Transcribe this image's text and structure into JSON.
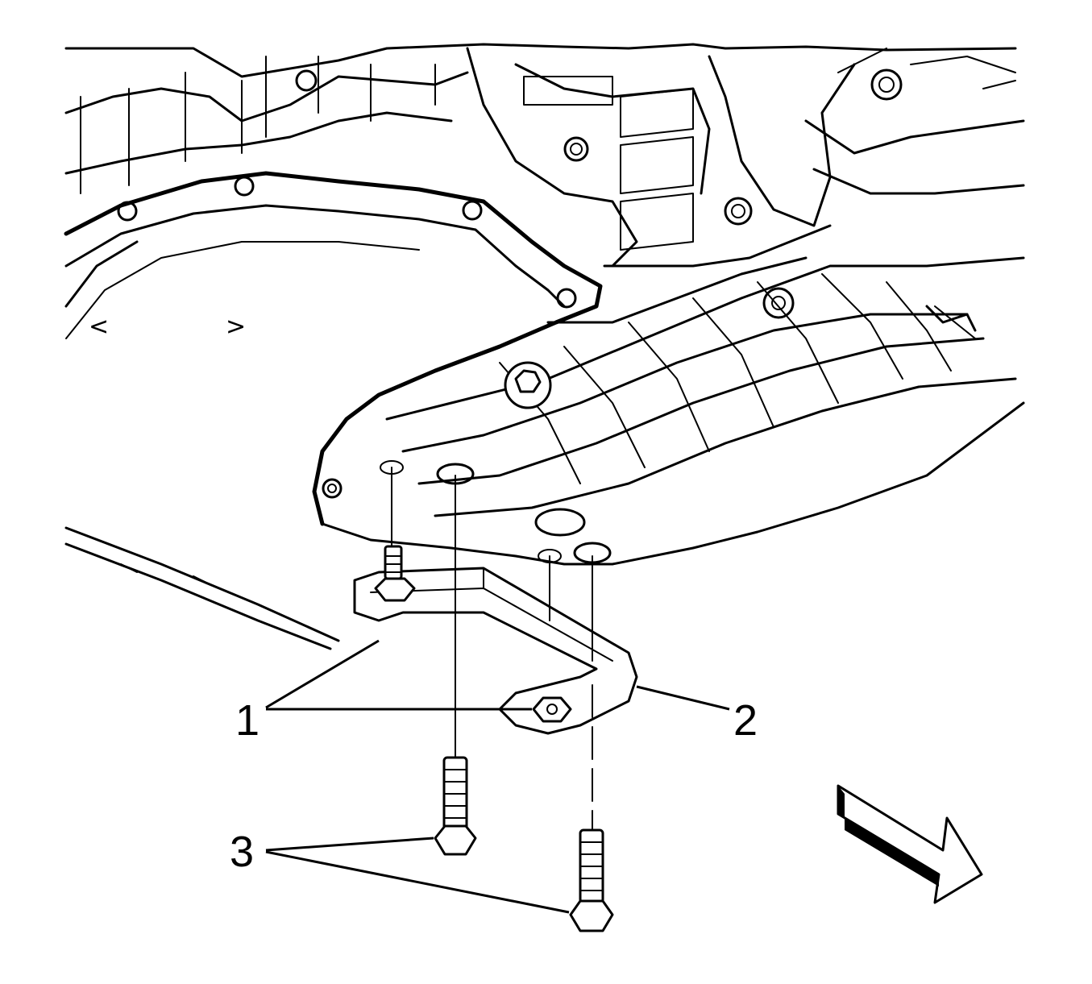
{
  "callouts": {
    "nuts": "1",
    "bracket": "2",
    "bolts": "3"
  },
  "pan_markers": {
    "left": "<",
    "right": ">"
  },
  "icons": {
    "direction_arrow": "front-direction-arrow-icon"
  },
  "colors": {
    "line": "#000000",
    "background": "#ffffff"
  }
}
